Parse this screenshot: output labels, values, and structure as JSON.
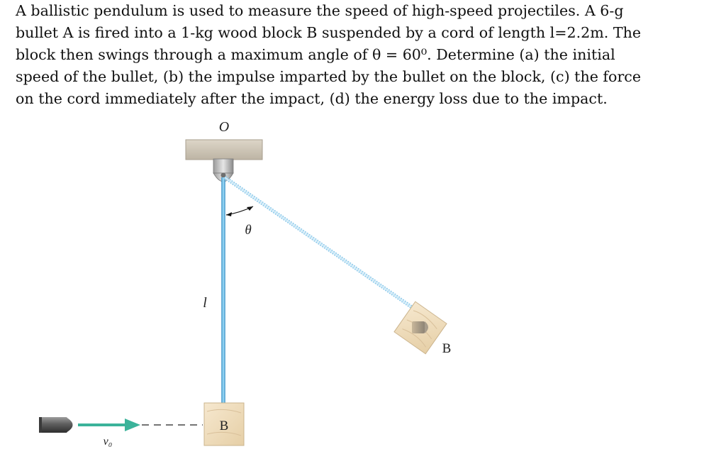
{
  "problem": {
    "lines": [
      "A ballistic pendulum is used to measure the speed of high-speed projectiles. A  6-g",
      "bullet A is fired into a 1-kg wood block B suspended by a cord of length l=2.2m. The",
      "block then swings through a maximum angle of θ = 60⁰. Determine (a) the initial",
      "speed of the bullet, (b) the impulse imparted by the bullet on the block, (c) the force",
      "on the cord immediately after the impact, (d) the energy loss due to the impact."
    ]
  },
  "figure": {
    "pivot_label": "O",
    "angle_label": "θ",
    "length_label": "l",
    "block_label_rest": "B",
    "block_label_swung": "B",
    "velocity_label": "v₀",
    "colors": {
      "cord": "#7dc3e8",
      "cord_edge": "#3d94c9",
      "arrow": "#3bb39a",
      "ceiling": "#cfc7b8",
      "block": "#f1dfc0",
      "bullet": "#5a5a5a"
    }
  }
}
